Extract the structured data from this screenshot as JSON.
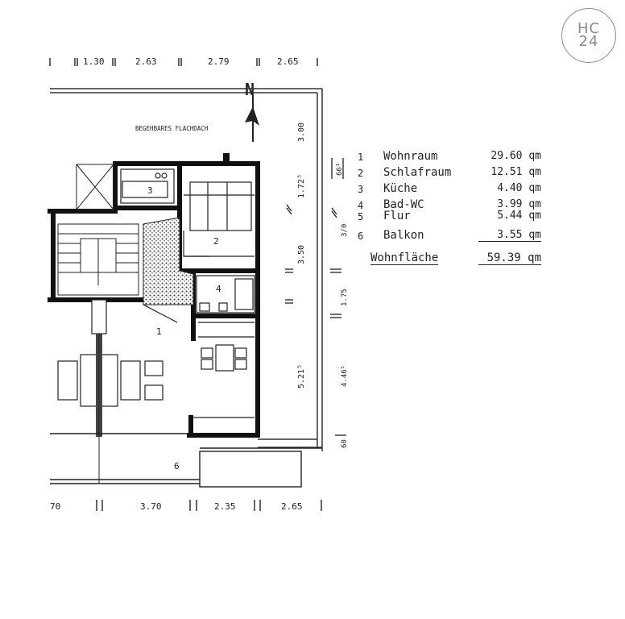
{
  "logo": {
    "line1": "HC",
    "line2": "24"
  },
  "north_label": "N",
  "roof_label": "BEGEHBARES FLACHDACH",
  "dimensions": {
    "top": [
      "1.30",
      "2.63",
      "2.79",
      "2.65"
    ],
    "bottom": [
      "70",
      "3.70",
      "2.35",
      "2.65"
    ],
    "right_outer": [
      "3.00",
      "1.72⁵",
      "3.50",
      "5.21⁵"
    ],
    "right_inner": [
      "66¹",
      "3/0",
      "1.75",
      "4.46⁵",
      "60"
    ]
  },
  "room_numbers": [
    "1",
    "2",
    "3",
    "4",
    "6"
  ],
  "legend": {
    "rooms": [
      {
        "number": "1",
        "name": "Wohnraum",
        "area": "29.60 qm"
      },
      {
        "number": "2",
        "name": "Schlafraum",
        "area": "12.51 qm"
      },
      {
        "number": "3",
        "name": "Küche",
        "area": "4.40 qm"
      },
      {
        "number": "4",
        "name": "Bad-WC",
        "area": "3.99 qm"
      },
      {
        "number": "5",
        "name": "Flur",
        "area": "5.44 qm"
      },
      {
        "number": "6",
        "name": "Balkon",
        "area": "3.55 qm"
      }
    ],
    "total_label": "Wohnfläche",
    "total_area": "59.39 qm"
  }
}
